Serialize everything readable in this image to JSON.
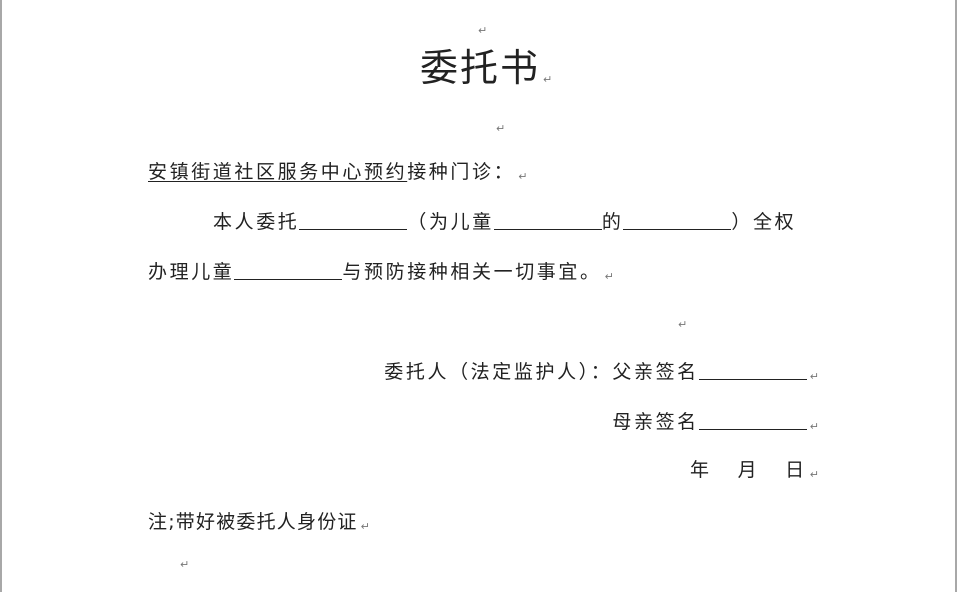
{
  "document": {
    "title": "委托书",
    "paragraph_mark": "↵",
    "addressee_underlined": "安镇街道社区服务中心预约",
    "addressee_rest": "接种门诊：",
    "body_line1": [
      "本人委托",
      "（为儿童",
      "的",
      "）全权"
    ],
    "body_line2": [
      "办理儿童",
      "与预防接种相关一切事宜。"
    ],
    "signer_label": "委托人（法定监护人）：父亲签名",
    "mother_label": "母亲签名",
    "date_year": "年",
    "date_month": "月",
    "date_day": "日",
    "note": "注;带好被委托人身份证"
  }
}
